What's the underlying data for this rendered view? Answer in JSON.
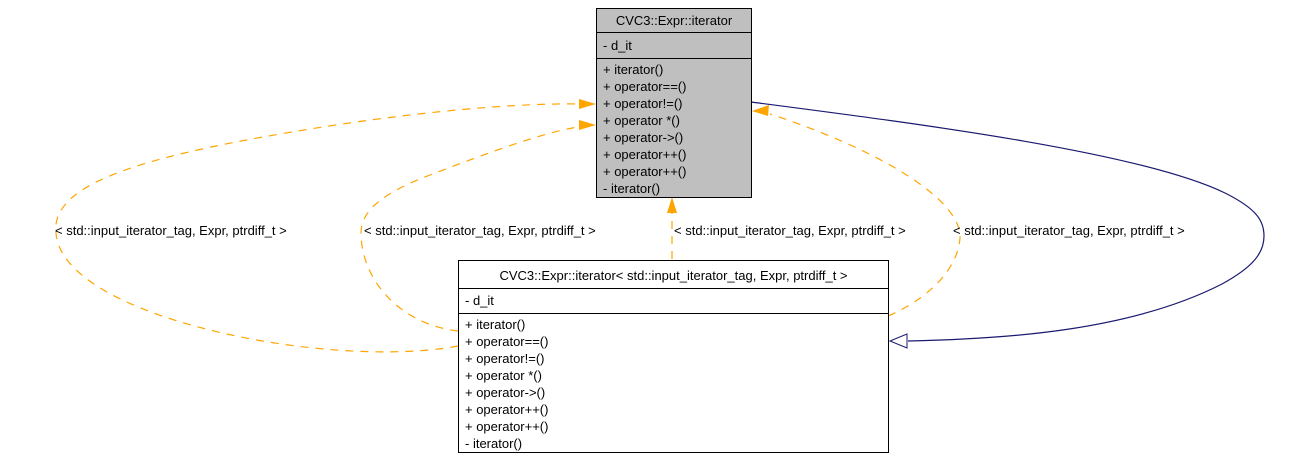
{
  "diagram": {
    "type": "uml-class-template-instantiation-diagram",
    "colors": {
      "template_edge": "#ffa500",
      "inheritance_edge": "#191970",
      "highlight_fill": "#bfbfbf",
      "node_fill": "#ffffff",
      "border": "#000000",
      "background": "#ffffff"
    },
    "classes": [
      {
        "title": "CVC3::Expr::iterator",
        "attributes": [
          "- d_it"
        ],
        "methods": [
          "+ iterator()",
          "+ operator==()",
          "+ operator!=()",
          "+ operator *()",
          "+ operator->()",
          "+ operator++()",
          "+ operator++()",
          "- iterator()"
        ]
      },
      {
        "title": "CVC3::Expr::iterator< std::input_iterator_tag, Expr, ptrdiff_t >",
        "attributes": [
          "- d_it"
        ],
        "methods": [
          "+ iterator()",
          "+ operator==()",
          "+ operator!=()",
          "+ operator *()",
          "+ operator->()",
          "+ operator++()",
          "+ operator++()",
          "- iterator()"
        ]
      }
    ],
    "edge_labels": [
      "< std::input_iterator_tag, Expr, ptrdiff_t >",
      "< std::input_iterator_tag, Expr, ptrdiff_t >",
      "< std::input_iterator_tag, Expr, ptrdiff_t >",
      "< std::input_iterator_tag, Expr, ptrdiff_t >"
    ]
  }
}
